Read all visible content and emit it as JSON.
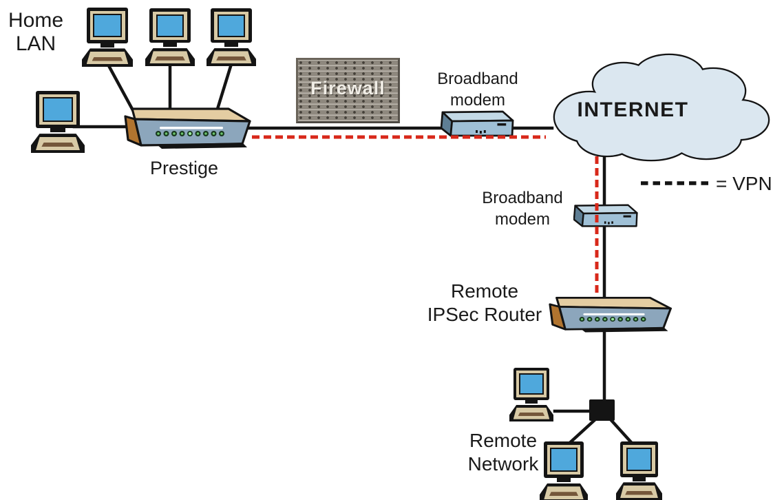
{
  "labels": {
    "home_lan": [
      "Home",
      "LAN"
    ],
    "prestige": "Prestige",
    "firewall": "Firewall",
    "broadband_modem_1": [
      "Broadband",
      "modem"
    ],
    "internet": "INTERNET",
    "vpn_legend": "= VPN",
    "broadband_modem_2": [
      "Broadband",
      "modem"
    ],
    "remote_ipsec_router": [
      "Remote",
      "IPSec Router"
    ],
    "remote_network": [
      "Remote",
      "Network"
    ]
  },
  "colors": {
    "connection_line": "#141414",
    "vpn_line": "#d8281a",
    "screen_blue": "#4fa8dc",
    "bezel": "#d8caa6",
    "keyboard_inner": "#74563a",
    "router_body": "#8ca6bc",
    "router_top": "#e4cda2",
    "router_side": "#b1742f",
    "led_green": "#6cc46c",
    "modem_front": "#9fc0d6",
    "modem_top": "#c3d9e6",
    "modem_side": "#5e7e94",
    "cloud_fill": "#dbe7f0",
    "firewall_wall": "#8e887e"
  }
}
